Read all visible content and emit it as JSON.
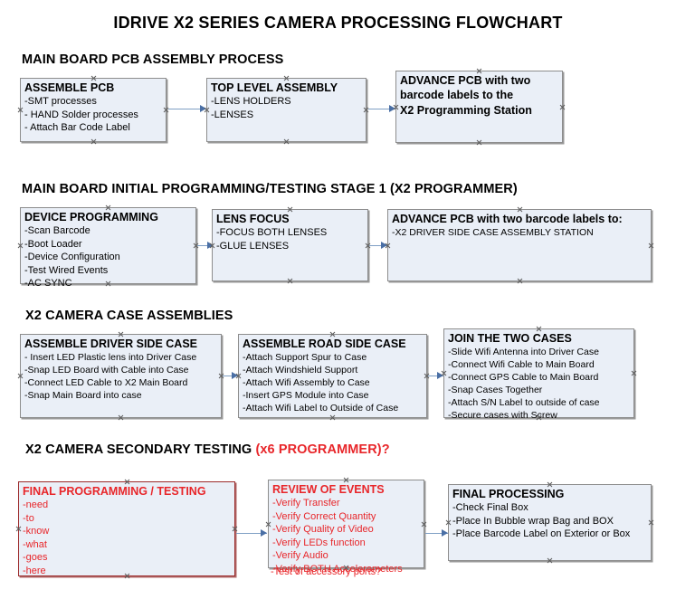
{
  "page": {
    "title": "IDRIVE X2  SERIES CAMERA PROCESSING FLOWCHART",
    "accent_color": "#e8262a",
    "box_fill": "#eaeff7",
    "box_border": "#8d8d8d",
    "arrow_color": "#7f9fc4"
  },
  "sections": [
    {
      "header": "MAIN BOARD PCB ASSEMBLY PROCESS",
      "header_accent": "",
      "boxes": [
        {
          "title": "ASSEMBLE PCB",
          "items": [
            "-SMT processes",
            "- HAND Solder processes",
            "- Attach Bar Code Label"
          ]
        },
        {
          "title": "TOP LEVEL ASSEMBLY",
          "items": [
            "-LENS HOLDERS",
            "-LENSES"
          ]
        },
        {
          "title": "ADVANCE PCB with two",
          "items": [
            "barcode labels to the",
            " X2 Programming Station"
          ]
        }
      ]
    },
    {
      "header": "MAIN BOARD INITIAL PROGRAMMING/TESTING STAGE 1 (X2 PROGRAMMER)",
      "header_accent": "",
      "boxes": [
        {
          "title": "DEVICE PROGRAMMING",
          "items": [
            "-Scan Barcode",
            "-Boot Loader",
            "-Device Configuration",
            "-Test Wired Events",
            "-AC SYNC"
          ]
        },
        {
          "title": "LENS FOCUS",
          "items": [
            "-FOCUS BOTH LENSES",
            "-GLUE LENSES"
          ]
        },
        {
          "title": "ADVANCE PCB with two barcode labels to:",
          "items": [
            "-X2 DRIVER  SIDE  CASE  ASSEMBLY STATION"
          ]
        }
      ]
    },
    {
      "header": "X2 CAMERA CASE ASSEMBLIES",
      "header_accent": "",
      "boxes": [
        {
          "title": "ASSEMBLE DRIVER SIDE CASE",
          "items": [
            "- Insert LED Plastic lens into Driver Case",
            "-Snap LED Board with Cable into Case",
            "-Connect LED Cable to X2 Main Board",
            "-Snap Main Board into case"
          ]
        },
        {
          "title": "ASSEMBLE ROAD SIDE CASE",
          "items": [
            "-Attach Support Spur to Case",
            "-Attach Windshield Support",
            "-Attach Wifi Assembly to Case",
            "-Insert GPS Module into Case",
            "-Attach Wifi Label to Outside of Case"
          ]
        },
        {
          "title": "JOIN THE TWO CASES",
          "items": [
            "-Slide Wifi Antenna into Driver Case",
            "-Connect Wifi Cable to Main Board",
            "-Connect GPS Cable to Main Board",
            "-Snap Cases Together",
            "-Attach S/N Label to outside of case",
            "-Secure cases with Screw"
          ]
        }
      ]
    },
    {
      "header": "X2 CAMERA SECONDARY TESTING ",
      "header_accent": "(x6 PROGRAMMER)?",
      "boxes": [
        {
          "title": "FINAL PROGRAMMING / TESTING",
          "items": [
            "-need",
            "-to",
            "-know",
            "-what",
            "-goes",
            "-here"
          ]
        },
        {
          "title": "REVIEW OF EVENTS",
          "items": [
            "-Verify Transfer",
            "-Verify Correct Quantity",
            "-Verify Quality of Video",
            "-Verify LEDs function",
            "-Verify Audio",
            "-Verify BOTH Accelerometers"
          ],
          "overflow_item": "-Test of accessory ports?"
        },
        {
          "title": "FINAL PROCESSING",
          "items": [
            " -Check Final Box",
            "-Place In Bubble wrap Bag and BOX",
            "-Place Barcode Label on Exterior or Box"
          ]
        }
      ]
    }
  ]
}
